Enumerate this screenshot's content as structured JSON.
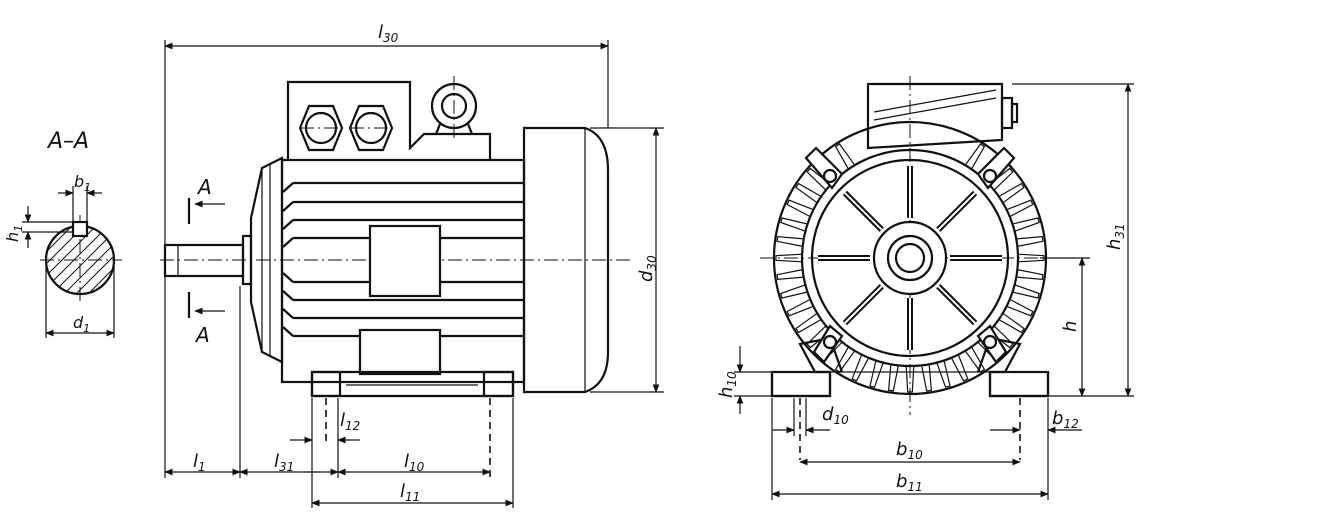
{
  "labels": {
    "section": "A–A",
    "b1": "b",
    "b1_sub": "1",
    "h1": "h",
    "h1_sub": "1",
    "d1": "d",
    "d1_sub": "1",
    "section_mark_top": "A",
    "section_mark_bottom": "A",
    "l30": "l",
    "l30_sub": "30",
    "d30": "d",
    "d30_sub": "30",
    "l1": "l",
    "l1_sub": "1",
    "l31": "l",
    "l31_sub": "31",
    "l10": "l",
    "l10_sub": "10",
    "l11": "l",
    "l11_sub": "11",
    "l12": "l",
    "l12_sub": "12",
    "h31": "h",
    "h31_sub": "31",
    "h": "h",
    "h10": "h",
    "h10_sub": "10",
    "d10": "d",
    "d10_sub": "10",
    "b10": "b",
    "b10_sub": "10",
    "b11": "b",
    "b11_sub": "11",
    "b12": "b",
    "b12_sub": "12"
  }
}
